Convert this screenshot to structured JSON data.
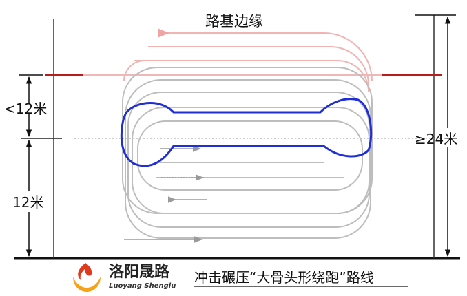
{
  "labels": {
    "roadbed_edge": "路基边缘",
    "less_than_12m": "<12米",
    "twelve_m": "12米",
    "at_least_24m": "≥24米"
  },
  "brand": {
    "name_cn": "洛阳晟路",
    "name_en": "Luoyang Shenglu",
    "logo": "flame-logo-icon"
  },
  "caption": "冲击碾压“大骨头形绕跑”路线",
  "colors": {
    "outline": "#222222",
    "edge_red": "#b81c1c",
    "path_pink": "#f2b3b3",
    "path_gray": "#b4b4b4",
    "bone_blue": "#1f2fd6",
    "logo_red": "#e03a1e",
    "logo_orange": "#f7a21b"
  }
}
